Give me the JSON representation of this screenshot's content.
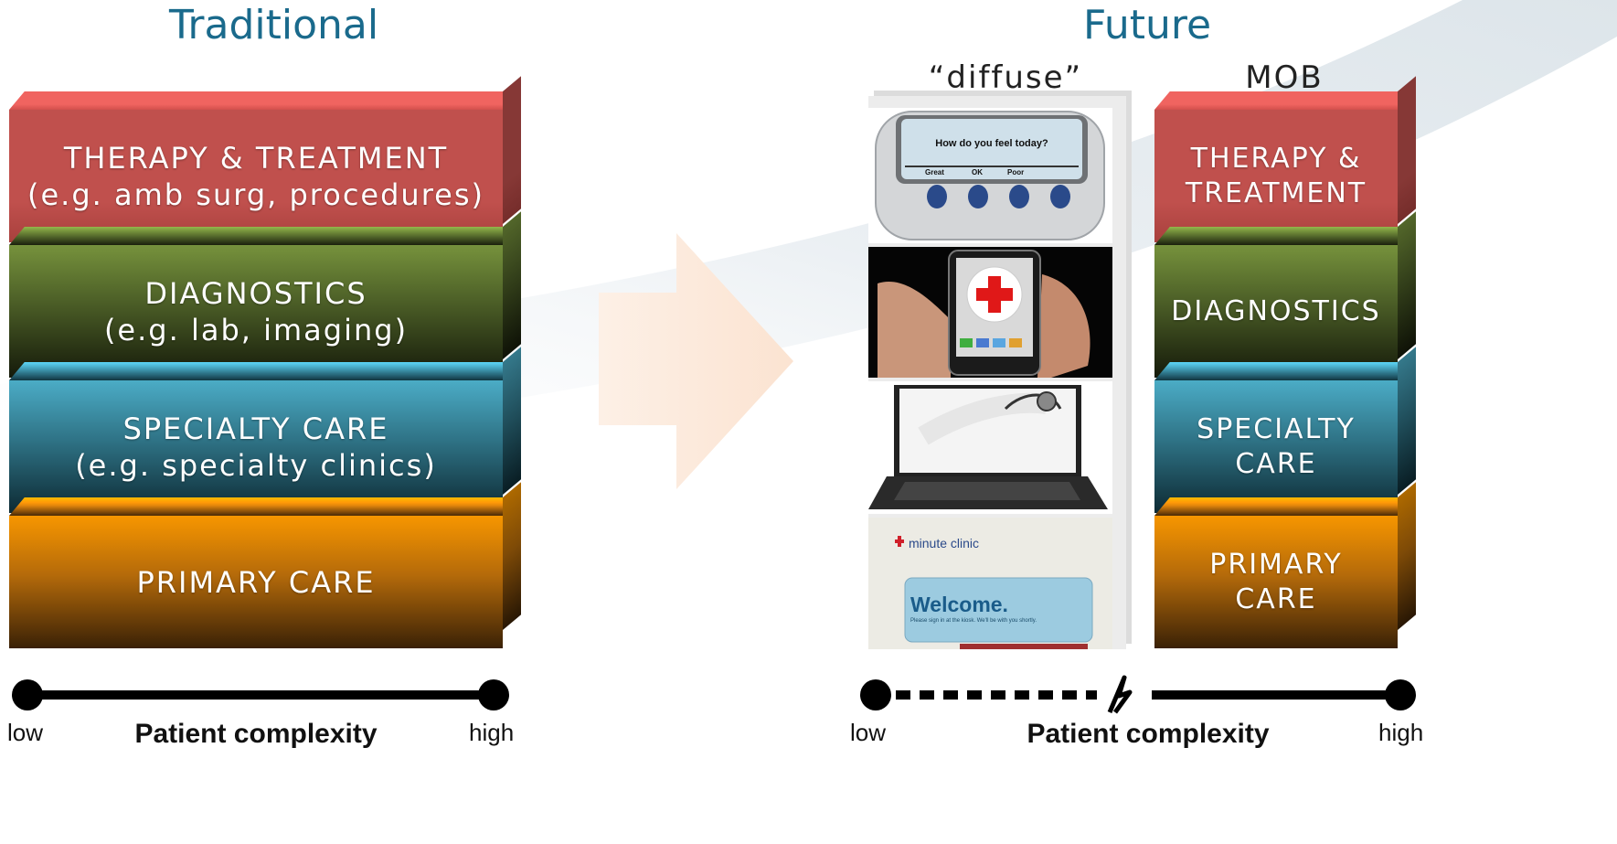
{
  "left": {
    "heading": "Traditional",
    "blocks": [
      {
        "line1": "THERAPY & TREATMENT",
        "line2": "(e.g. amb surg, procedures)"
      },
      {
        "line1": "DIAGNOSTICS",
        "line2": "(e.g. lab, imaging)"
      },
      {
        "line1": "SPECIALTY CARE",
        "line2": "(e.g. specialty clinics)"
      },
      {
        "line1": "PRIMARY CARE",
        "line2": ""
      }
    ],
    "axis": {
      "low": "low",
      "title": "Patient complexity",
      "high": "high"
    }
  },
  "right": {
    "heading": "Future",
    "col_diffuse": "“diffuse”",
    "col_mob": "MOB",
    "photos": {
      "device_prompt": "How do you feel today?",
      "device_buttons": [
        "Great",
        "OK",
        "Poor"
      ],
      "clinic_brand": "minute clinic",
      "clinic_welcome": "Welcome.",
      "clinic_note": "Please sign in at the kiosk. We'll be with you shortly."
    },
    "blocks": [
      {
        "line1": "THERAPY &",
        "line2": "TREATMENT"
      },
      {
        "line1": "DIAGNOSTICS",
        "line2": ""
      },
      {
        "line1": "SPECIALTY",
        "line2": "CARE"
      },
      {
        "line1": "PRIMARY",
        "line2": "CARE"
      }
    ],
    "axis": {
      "low": "low",
      "title": "Patient complexity",
      "high": "high"
    }
  },
  "colors": {
    "heading": "#1a6a8c",
    "red": "#c0504d",
    "green": "#76923c",
    "teal": "#4bacc6",
    "orange": "#f79600",
    "arrow": "#fde9d9"
  }
}
